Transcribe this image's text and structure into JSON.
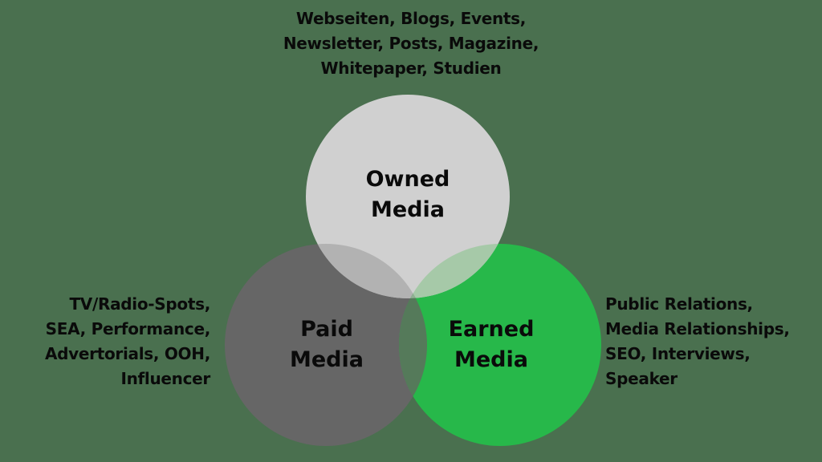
{
  "background_color": "#4a704f",
  "circles": {
    "owned": {
      "title_lines": [
        "Owned",
        "Media"
      ],
      "color": "#d0d0d0",
      "description_lines": [
        "Webseiten, Blogs, Events,",
        "Newsletter, Posts, Magazine,",
        "Whitepaper, Studien"
      ]
    },
    "paid": {
      "title_lines": [
        "Paid",
        "Media"
      ],
      "color": "#666666",
      "description_lines": [
        "TV/Radio-Spots,",
        "SEA, Performance,",
        "Advertorials, OOH,",
        "Influencer"
      ]
    },
    "earned": {
      "title_lines": [
        "Earned",
        "Media"
      ],
      "color": "#27b84a",
      "description_lines": [
        "Public Relations,",
        "Media Relationships,",
        "SEO, Interviews,",
        "Speaker"
      ]
    }
  }
}
